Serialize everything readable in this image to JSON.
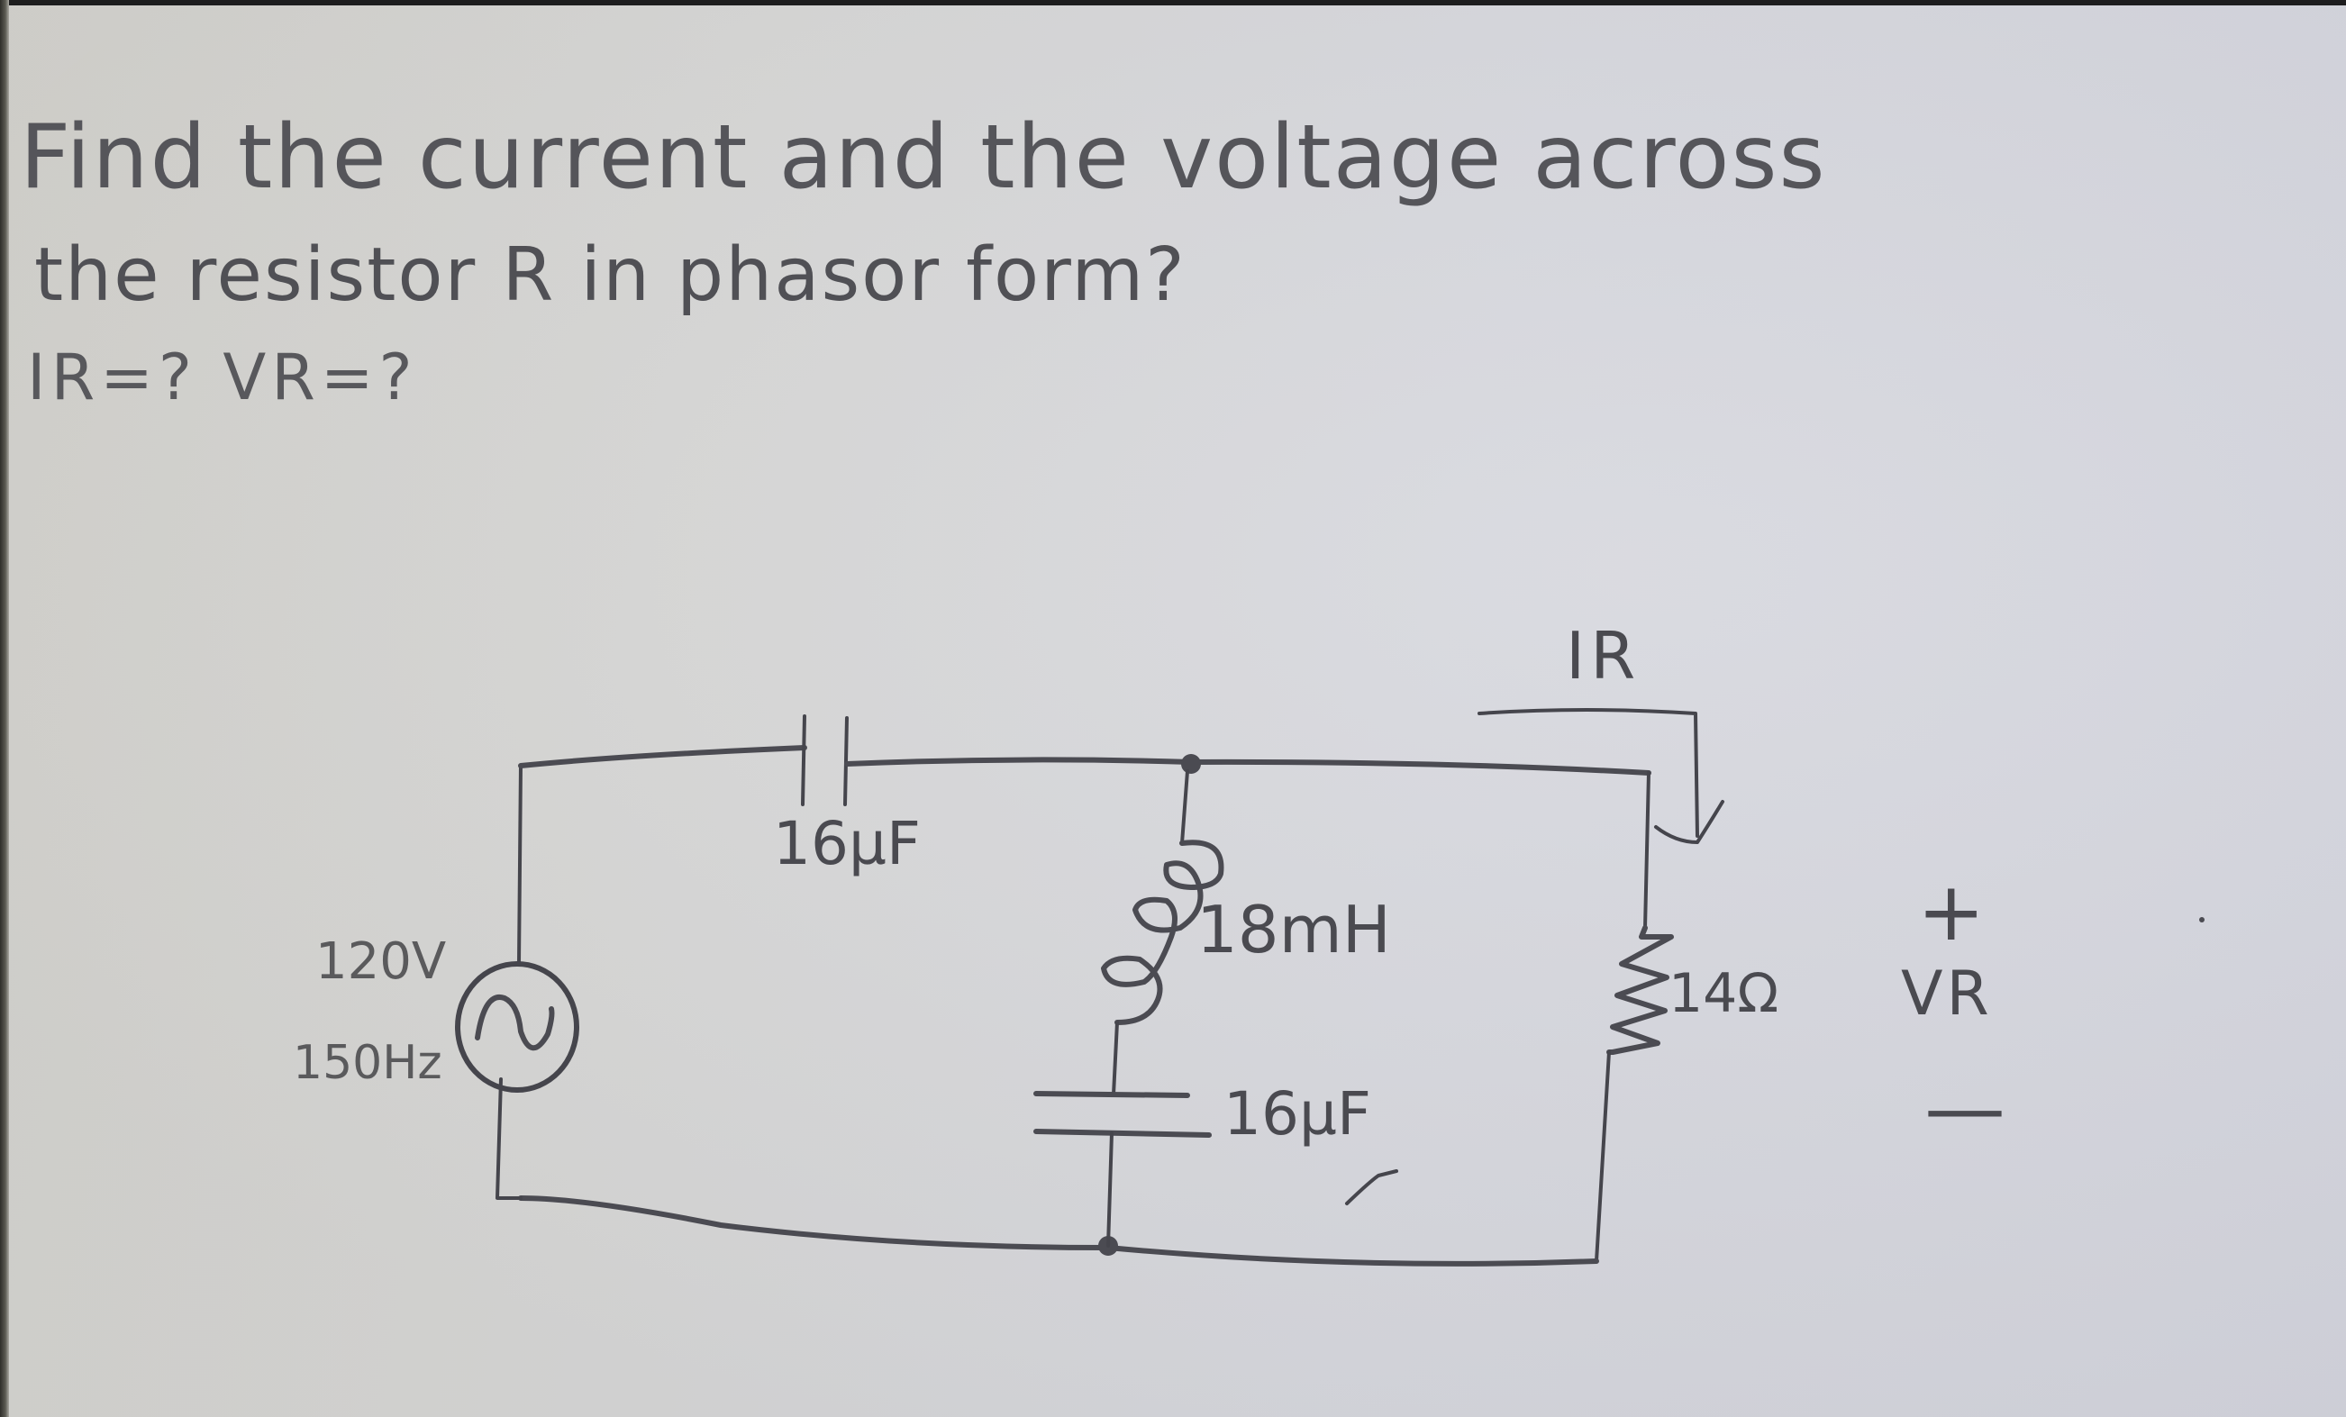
{
  "problem": {
    "line1": "Find the current and the voltage across",
    "line2": "the resistor R in phasor form?",
    "line3": "IR=? VR=?"
  },
  "circuit": {
    "source": {
      "type": "AC voltage source",
      "icon": "ac-source-icon",
      "voltage_label": "120V",
      "frequency_label": "150Hz"
    },
    "series_capacitor": {
      "type": "capacitor",
      "icon": "capacitor-icon",
      "label": "16µF"
    },
    "shunt_branch": {
      "inductor": {
        "type": "inductor",
        "icon": "inductor-coil-icon",
        "label": "18mH"
      },
      "capacitor": {
        "type": "capacitor",
        "icon": "capacitor-icon",
        "label": "16µF"
      }
    },
    "resistor": {
      "type": "resistor",
      "icon": "resistor-zigzag-icon",
      "label": "14Ω"
    },
    "current_annotation": {
      "label": "IR",
      "icon": "arrow-down-icon"
    },
    "voltage_annotation": {
      "label": "VR",
      "plus": "+",
      "minus": "—"
    }
  },
  "colors": {
    "ink": "#4b4b52",
    "paper": "#d6d6d8",
    "edge": "#1d1d1e"
  }
}
